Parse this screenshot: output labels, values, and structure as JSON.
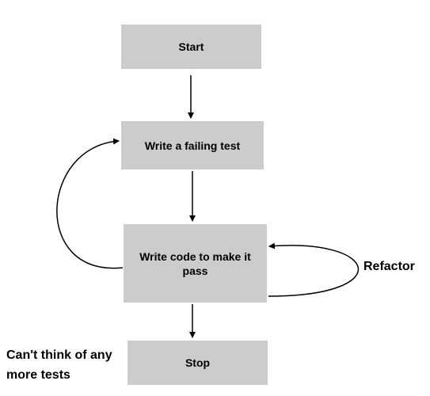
{
  "diagram": {
    "nodes": {
      "start": "Start",
      "write_failing_test": "Write a failing test",
      "write_code": "Write code to make it pass",
      "stop": "Stop"
    },
    "labels": {
      "refactor": "Refactor",
      "stop_condition": "Can't think of any more tests"
    },
    "colors": {
      "box_fill": "#cccccc",
      "text": "#000000",
      "arrow": "#000000"
    }
  }
}
